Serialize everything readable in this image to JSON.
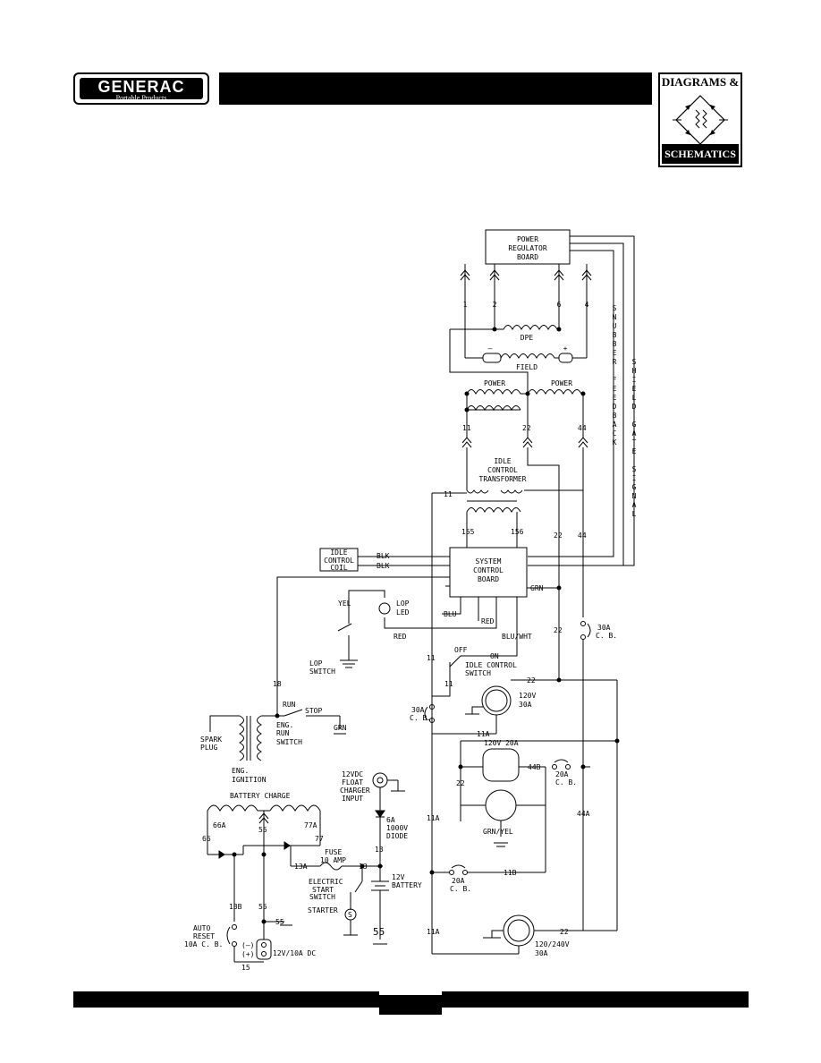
{
  "header": {
    "brand": "GENERAC",
    "brand_sub": "Portable Products",
    "badge_top": "DIAGRAMS &",
    "badge_bottom": "SCHEMATICS"
  },
  "diagram": {
    "power_regulator_board": [
      "POWER",
      "REGULATOR",
      "BOARD"
    ],
    "wire_1": "1",
    "wire_2": "2",
    "wire_6": "6",
    "wire_4": "4",
    "dpe": "DPE",
    "field": "FIELD",
    "minus": "–",
    "plus": "+",
    "snubber_feedback": "SNUBBER FEEDBACK",
    "shield_gate_signal": "SHIELD GATE SIGNAL",
    "power_left": "POWER",
    "power_right": "POWER",
    "wire_11": "11",
    "wire_22": "22",
    "wire_44": "44",
    "idle_control_transformer": [
      "IDLE",
      "CONTROL",
      "TRANSFORMER"
    ],
    "wire_155": "155",
    "wire_156": "156",
    "system_control_board": [
      "SYSTEM",
      "CONTROL",
      "BOARD"
    ],
    "idle_control_coil": [
      "IDLE",
      "CONTROL",
      "COIL"
    ],
    "blk_1": "BLK",
    "blk_2": "BLK",
    "grn": "GRN",
    "blu": "BLU",
    "red_1": "RED",
    "red_2": "RED",
    "blu_wht": "BLU/WHT",
    "yel": "YEL",
    "lop_led": [
      "LOP",
      "LED"
    ],
    "lop_switch": [
      "LOP",
      "SWITCH"
    ],
    "off": "OFF",
    "on": "ON",
    "idle_control_switch": [
      "IDLE CONTROL",
      "SWITCH"
    ],
    "cb_30a_left": [
      "30A",
      "C. B."
    ],
    "cb_30a_right": [
      "30A",
      "C. B."
    ],
    "recept_120v_30a": [
      "120V",
      "30A"
    ],
    "wire_18": "18",
    "run": "RUN",
    "stop": "STOP",
    "eng_run_switch": [
      "ENG.",
      "RUN",
      "SWITCH"
    ],
    "grn_2": "GRN",
    "spark_plug": [
      "SPARK",
      "PLUG"
    ],
    "eng_ignition": [
      "ENG.",
      "IGNITION"
    ],
    "battery_charge": "BATTERY CHARGE",
    "wire_66a": "66A",
    "wire_55": "55",
    "wire_77a": "77A",
    "wire_66": "66",
    "wire_77": "77",
    "wire_13b": "13B",
    "wire_55b": "55",
    "wire_55c": "55",
    "auto_reset": [
      "AUTO",
      "RESET",
      "10A C. B."
    ],
    "dc_minus": "(–)",
    "dc_plus": "(+)",
    "dc_12v": "12V/10A DC",
    "wire_15": "15",
    "float_charger": [
      "12VDC",
      "FLOAT",
      "CHARGER",
      "INPUT"
    ],
    "diode": [
      "6A",
      "1000V",
      "DIODE"
    ],
    "wire_13": "13",
    "fuse": [
      "FUSE",
      "10 AMP"
    ],
    "wire_13a": "13A",
    "wire_13c": "13",
    "battery": "12V",
    "battery_2": "BATTERY",
    "electric_start_switch": [
      "ELECTRIC",
      "START",
      "SWITCH"
    ],
    "starter": "STARTER",
    "s": "S",
    "wire_55d": "55",
    "wire_11_a": "11",
    "wire_11_b": "11",
    "wire_11a_1": "11A",
    "wire_11a_2": "11A",
    "wire_11a_3": "11A",
    "wire_22_a": "22",
    "wire_22_b": "22",
    "wire_22_c": "22",
    "wire_22_d": "22",
    "wire_44_a": "44",
    "wire_44a": "44A",
    "recept_120v_20a": "120V 20A",
    "wire_44b": "44B",
    "cb_20a_right": [
      "20A",
      "C. B."
    ],
    "grn_yel": "GRN/YEL",
    "cb_20a_left": [
      "20A",
      "C. B."
    ],
    "wire_11b": "11B",
    "recept_120_240v": [
      "120/240V",
      "30A"
    ]
  }
}
